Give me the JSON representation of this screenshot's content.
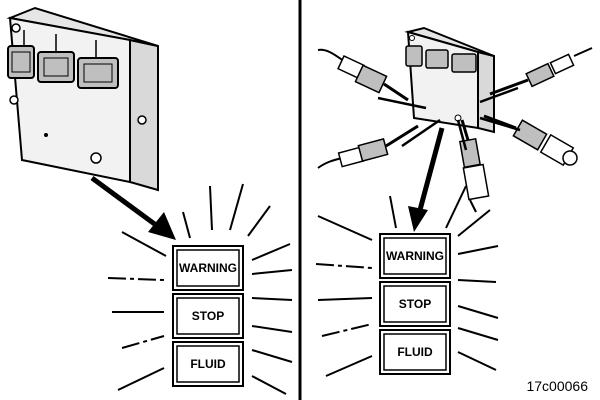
{
  "lamps": {
    "warning": "WARNING",
    "stop": "STOP",
    "fluid": "FLUID"
  },
  "figure_id": "17c00066",
  "colors": {
    "ink": "#000000",
    "module_fill": "#f2f2f2",
    "module_shade": "#d9d9d9",
    "connector_fill": "#bfbfbf"
  }
}
